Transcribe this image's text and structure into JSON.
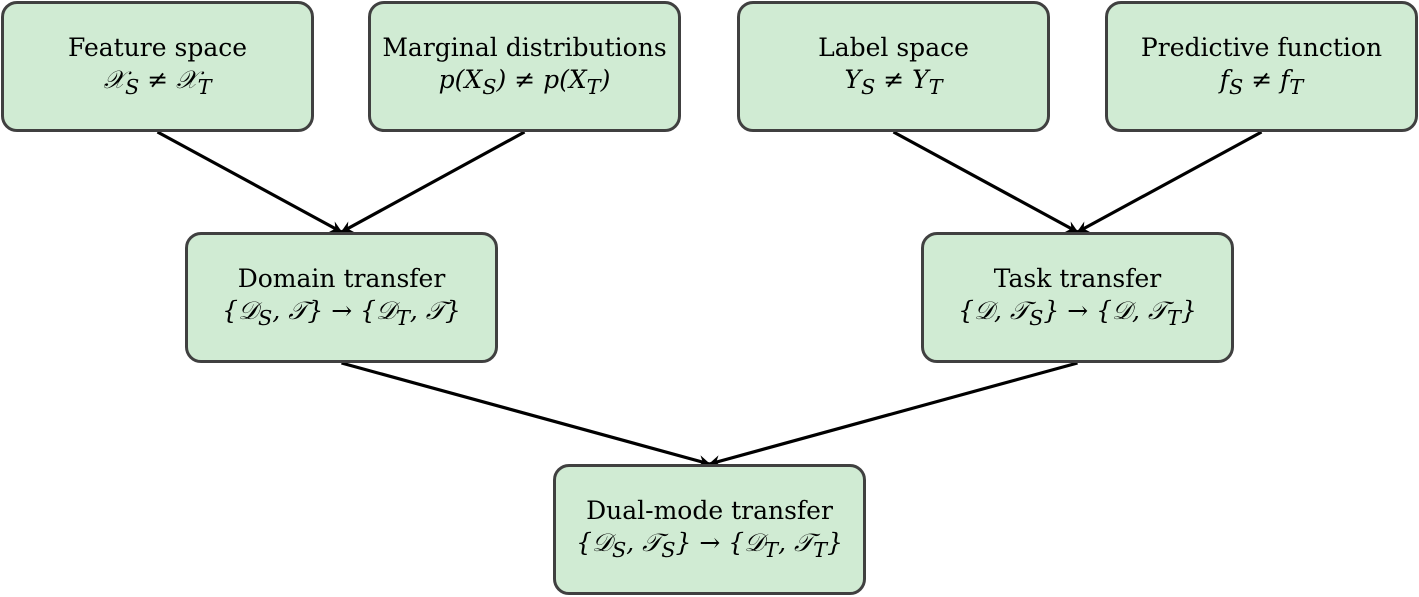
{
  "nodes": {
    "feature_space": {
      "title": "Feature space",
      "formula": "𝒳S ≠ 𝒳T"
    },
    "marginal_distributions": {
      "title": "Marginal distributions",
      "formula": "p(XS) ≠ p(XT)"
    },
    "label_space": {
      "title": "Label space",
      "formula": "YS ≠ YT"
    },
    "predictive_function": {
      "title": "Predictive function",
      "formula": "fS ≠ fT"
    },
    "domain_transfer": {
      "title": "Domain transfer",
      "formula": "{𝒟S, 𝒯} → {𝒟T, 𝒯}"
    },
    "task_transfer": {
      "title": "Task transfer",
      "formula": "{𝒟, 𝒯S} → {𝒟, 𝒯T}"
    },
    "dual_mode_transfer": {
      "title": "Dual-mode transfer",
      "formula": "{𝒟S, 𝒯S} → {𝒟T, 𝒯T}"
    }
  },
  "edges": [
    {
      "from": "feature_space",
      "to": "domain_transfer"
    },
    {
      "from": "marginal_distributions",
      "to": "domain_transfer"
    },
    {
      "from": "label_space",
      "to": "task_transfer"
    },
    {
      "from": "predictive_function",
      "to": "task_transfer"
    },
    {
      "from": "domain_transfer",
      "to": "dual_mode_transfer"
    },
    {
      "from": "task_transfer",
      "to": "dual_mode_transfer"
    }
  ],
  "colors": {
    "node_fill": "#d0ebd3",
    "node_border": "#404040",
    "arrow": "#000000"
  }
}
